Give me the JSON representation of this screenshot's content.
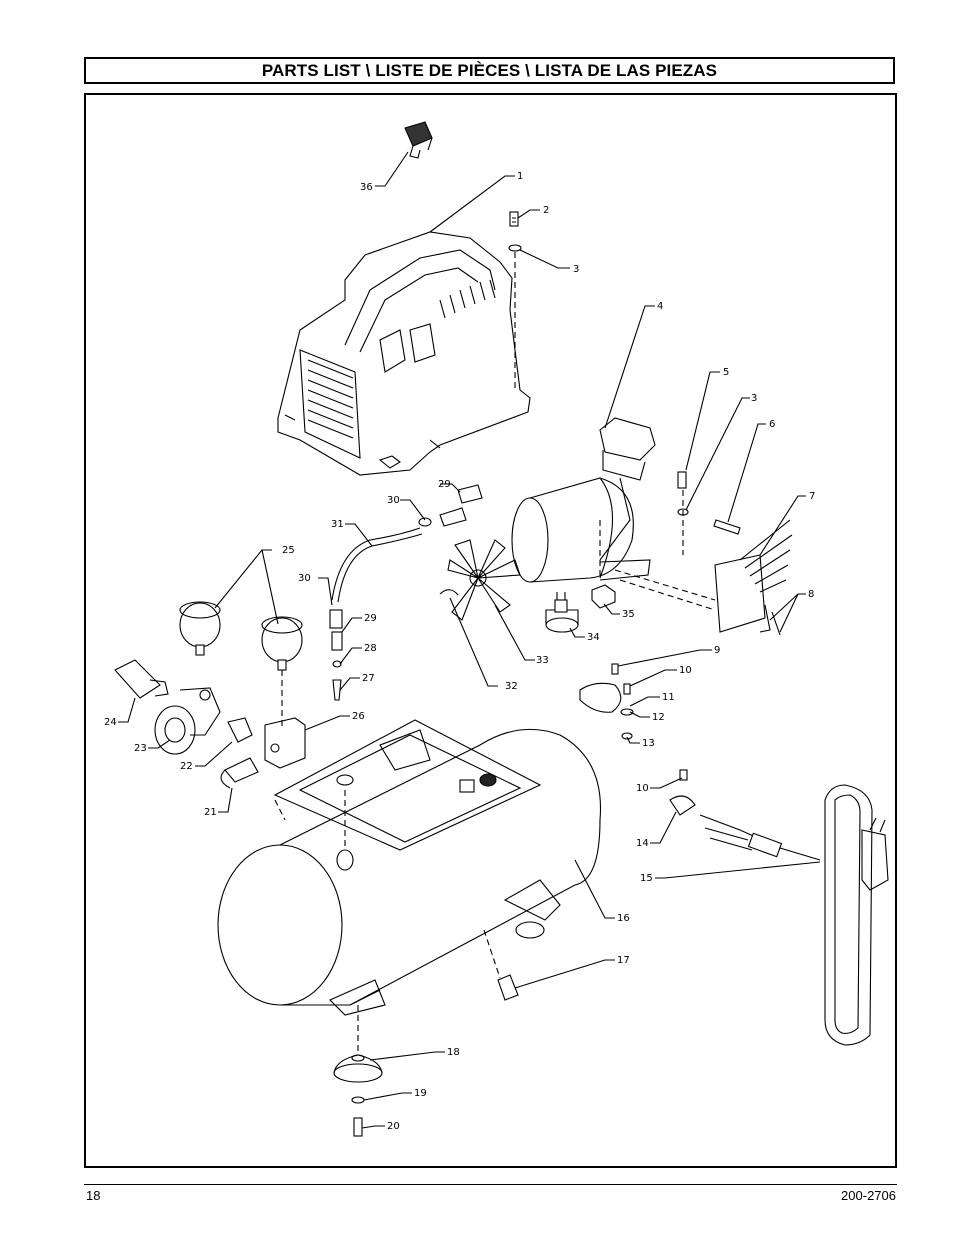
{
  "header": {
    "title": "PARTS LIST \\ LISTE DE PIÈCES \\ LISTA DE LAS PIEZAS"
  },
  "footer": {
    "page_number": "18",
    "doc_number": "200-2706"
  },
  "callouts": [
    "1",
    "2",
    "3",
    "4",
    "5",
    "3",
    "6",
    "7",
    "8",
    "9",
    "10",
    "11",
    "12",
    "13",
    "10",
    "14",
    "15",
    "16",
    "17",
    "18",
    "19",
    "20",
    "21",
    "22",
    "23",
    "24",
    "25",
    "26",
    "27",
    "28",
    "29",
    "30",
    "31",
    "29",
    "30",
    "32",
    "33",
    "34",
    "35",
    "36"
  ]
}
